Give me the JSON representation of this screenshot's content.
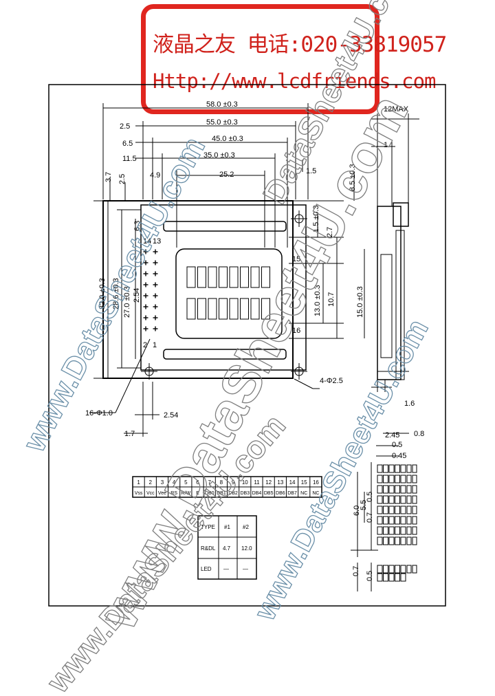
{
  "banner": {
    "line1": "液晶之友 电话:020-33819057",
    "line2": "Http://www.lcdfriends.com"
  },
  "watermarks": [
    "www.DataSheet4U.com",
    "www.DataSheet4U.com",
    "www.DataSheet4U.com",
    "DataSheet4U.com",
    "www.DataSheet4U.com"
  ],
  "dims": {
    "w58": "58.0 ±0.3",
    "w55": "55.0 ±0.3",
    "w45": "45.0 ±0.3",
    "w35": "35.0 ±0.3",
    "w252": "25.2",
    "d25": "2.5",
    "d65": "6.5",
    "d115": "11.5",
    "d49": "4.9",
    "d37": "3.7",
    "d25b": "2.5",
    "h32": "32.0 ±0.3",
    "h286": "28.6 ±0.3",
    "h270": "27.0 ±0.3",
    "h254": "2.54",
    "d63": "6.3",
    "p14": "14",
    "p13": "13",
    "p2": "2",
    "p1": "1",
    "d15": "1.5",
    "d85": "8.5 ±0.3",
    "d15b": "1.5 ±0.3",
    "d27": "2.7",
    "p15": "15",
    "p16": "16",
    "h13": "13.0 ±0.3",
    "h107": "10.7",
    "h15": "15.0 ±0.3",
    "holes": "4-Φ2.5",
    "pins": "16-Φ1.0",
    "pitch": "2.54",
    "d17": "1.7",
    "max12": "12MAX",
    "side1": "1",
    "side16": "1.6",
    "c245": "2.45",
    "c08": "0.8",
    "c05": "0.5",
    "c045": "0.45",
    "c60": "6.0",
    "c55": "5.5",
    "c05b": "0.5",
    "c07": "0.7",
    "c07b": "0.7",
    "c05c": "0.5"
  },
  "pin_table": {
    "numbers": [
      "1",
      "2",
      "3",
      "4",
      "5",
      "6",
      "7",
      "8",
      "9",
      "10",
      "11",
      "12",
      "13",
      "14",
      "15",
      "16"
    ],
    "signals": [
      "Vss",
      "Vcc",
      "Vee",
      "RS",
      "R/W",
      "E",
      "DB0",
      "DB1",
      "DB2",
      "DB3",
      "DB4",
      "DB5",
      "DB6",
      "DB7",
      "NC",
      "NC"
    ]
  },
  "type_table": {
    "header": [
      "TYPE",
      "#1",
      "#2"
    ],
    "rows": [
      [
        "R&DL",
        "4.7",
        "12.0"
      ],
      [
        "LED",
        "—",
        "—"
      ]
    ]
  }
}
